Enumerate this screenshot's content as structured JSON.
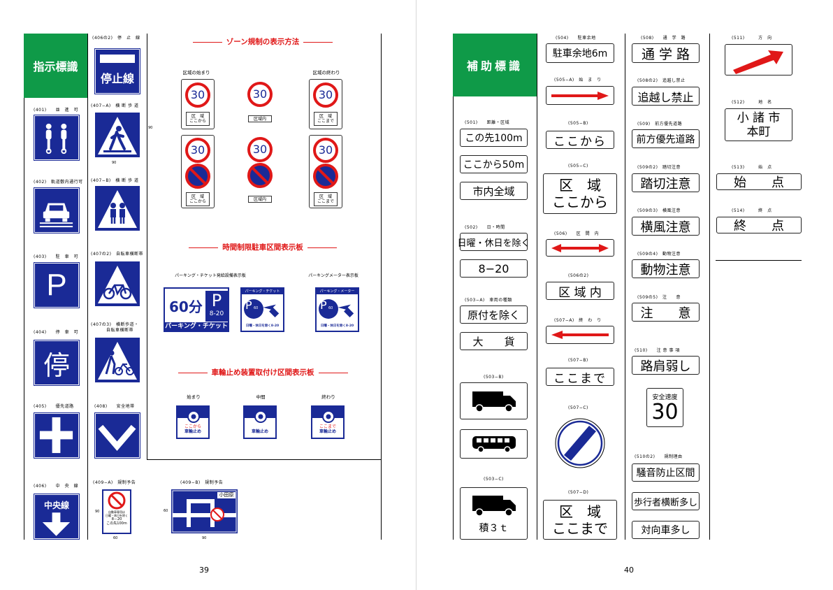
{
  "left_page": {
    "header": "指示標識",
    "page_number": "39",
    "signs": {
      "s406_2": {
        "code": "(406の2)　停　止　線",
        "text": "停止線"
      },
      "s401": {
        "code": "(401)　　並　進　可"
      },
      "s402": {
        "code": "(402)　軌道敷内通行可"
      },
      "s403": {
        "code": "(403)　　駐　車　可",
        "text": "P"
      },
      "s404": {
        "code": "(404)　　停　車　可",
        "text": "停"
      },
      "s405": {
        "code": "(405)　　優先道路"
      },
      "s406": {
        "code": "(406)　　中　央　線",
        "text": "中央線"
      },
      "s407a": {
        "code": "(407−A)　横 断 歩 道",
        "w": "90",
        "h": "90"
      },
      "s407b": {
        "code": "(407−B)　横 断 歩 道"
      },
      "s407_2": {
        "code": "(407の2)　自転車横断帯"
      },
      "s407_3": {
        "code": "(407の3)　横断歩道・",
        "code2": "自転車横断帯"
      },
      "s408": {
        "code": "(408)　　安全地帯"
      },
      "s409a": {
        "code": "(409−A)　規制予告",
        "line1": "自動車専用は",
        "line2": "日曜・休日を除く",
        "line3": "8－20",
        "line4": "この先100m",
        "w": "60",
        "h": "90"
      },
      "s409b": {
        "code": "(409−B)　規制予告",
        "place": "小田原",
        "w": "90",
        "h": "60"
      }
    },
    "zone": {
      "title": "ゾーン規制の表示方法",
      "start_label": "区域の始まり",
      "end_label": "区域の終わり",
      "speed": "30",
      "tag_start_1": "区　域",
      "tag_start_2": "ここから",
      "tag_inside": "区域内",
      "tag_end_1": "区　域",
      "tag_end_2": "ここまで"
    },
    "parking": {
      "title": "時間制限駐車区間表示板",
      "ticket_label": "パーキング・チケット発給設備表示板",
      "meter_label": "パーキングメーター表示板",
      "ticket_minutes": "60分",
      "ticket_p": "P",
      "ticket_time": "8-20",
      "ticket_bottom": "パーキング・チケット",
      "small_ticket_top": "パーキング・チケット",
      "small_meter_top": "パーキング・メーター",
      "small_p": "P",
      "small_min": "60",
      "small_bottom": "日曜・休日を除く8-20"
    },
    "wheel": {
      "title": "車輪止め装置取付け区間表示板",
      "start": "始まり",
      "middle": "中間",
      "end": "終わり",
      "start_text1": "ここから",
      "start_text2": "車輪止め",
      "mid_text": "車輪止め",
      "end_text1": "ここまで",
      "end_text2": "車輪止め"
    }
  },
  "right_page": {
    "header": "補助標識",
    "page_number": "40",
    "col1": {
      "c501": "(501)　　距離・区域",
      "p501a": "この先100m",
      "p501b": "ここから50m",
      "p501c": "市内全域",
      "c502": "(502)　　日・時間",
      "p502a": "日曜・休日を除く",
      "p502b": "8−20",
      "c503a": "(503−A)　車両の種類",
      "p503a1": "原付を除く",
      "p503a2": "大　　貨",
      "c503b": "(503−B)",
      "c503c": "(503−C)",
      "p503c": "積３ｔ"
    },
    "col2": {
      "c504": "(504)　　駐車余地",
      "p504": "駐車余地6m",
      "c505a": "(505−A)　始　ま　り",
      "c505b": "(505−B)",
      "p505b": "ここから",
      "c505c": "(505−C)",
      "p505c1": "区　域",
      "p505c2": "ここから",
      "c506": "(506)　　区　間　内",
      "c506_2": "(506の2)",
      "p506_2": "区 域 内",
      "c507a": "(507−A)　終　わ　り",
      "c507b": "(507−B)",
      "p507b": "ここまで",
      "c507c": "(507−C)",
      "c507d": "(507−D)",
      "p507d1": "区　域",
      "p507d2": "ここまで"
    },
    "col3": {
      "c508": "(508)　　通　学　路",
      "p508": "通 学 路",
      "c508_2": "(508の2)　追越し禁止",
      "p508_2": "追越し禁止",
      "c509": "(509)　前方優先道路",
      "p509": "前方優先道路",
      "c509_2": "(509の2)　踏切注意",
      "p509_2": "踏切注意",
      "c509_3": "(509の3)　横風注意",
      "p509_3": "横風注意",
      "c509_4": "(509の4)　動物注意",
      "p509_4": "動物注意",
      "c509_5": "(509の5)　注　　意",
      "p509_5": "注　　意",
      "c510": "(510)　　注 意 事 項",
      "p510a": "路肩弱し",
      "p510b1": "安全速度",
      "p510b2": "30",
      "c510_2": "(510の2)　　規制理由",
      "p510_2a": "騒音防止区間",
      "p510_2b": "歩行者横断多し",
      "p510_2c": "対向車多し"
    },
    "col4": {
      "c511": "(511)　　　方　向",
      "c512": "(512)　　　地　名",
      "p512a": "小 諸 市",
      "p512b": "本町",
      "c513": "(513)　　　始　点",
      "p513": "始　　点",
      "c514": "(514)　　　終　点",
      "p514": "終　　点"
    }
  },
  "colors": {
    "green": "#0f9a48",
    "blue": "#1a2a96",
    "red": "#e01818"
  }
}
